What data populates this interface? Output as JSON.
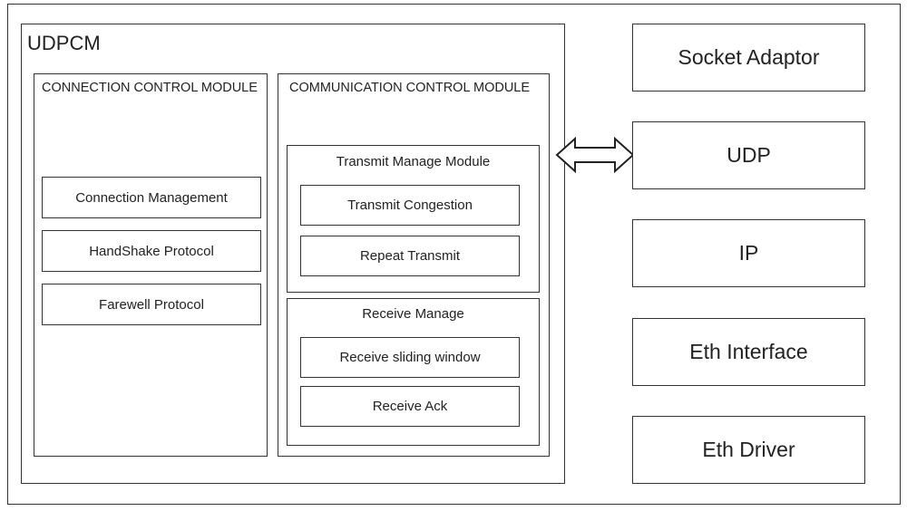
{
  "diagram": {
    "udpcm": {
      "title": "UDPCM",
      "connection_module": {
        "title": "CONNECTION CONTROL MODULE",
        "items": [
          "Connection Management",
          "HandShake Protocol",
          "Farewell Protocol"
        ]
      },
      "communication_module": {
        "title": "COMMUNICATION CONTROL MODULE",
        "transmit": {
          "title": "Transmit Manage Module",
          "items": [
            "Transmit Congestion",
            "Repeat Transmit"
          ]
        },
        "receive": {
          "title": "Receive Manage",
          "items": [
            "Receive sliding window",
            "Receive Ack"
          ]
        }
      }
    },
    "stack": [
      "Socket Adaptor",
      "UDP",
      "IP",
      "Eth Interface",
      "Eth Driver"
    ],
    "arrow_icon": "double-arrow-icon"
  }
}
